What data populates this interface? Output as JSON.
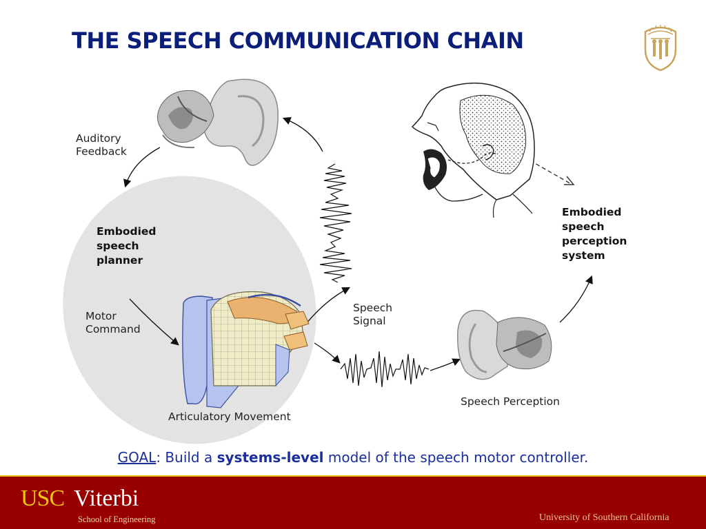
{
  "slide": {
    "title": "THE SPEECH COMMUNICATION CHAIN"
  },
  "diagram": {
    "labels": {
      "auditory_feedback_line1": "Auditory",
      "auditory_feedback_line2": "Feedback",
      "planner_line1": "Embodied",
      "planner_line2": "speech",
      "planner_line3": "planner",
      "motor_line1": "Motor",
      "motor_line2": "Command",
      "articulatory": "Articulatory Movement",
      "signal_line1": "Speech",
      "signal_line2": "Signal",
      "perception": "Speech Perception",
      "perc_system_line1": "Embodied",
      "perc_system_line2": "speech",
      "perc_system_line3": "perception",
      "perc_system_line4": "system"
    }
  },
  "goal": {
    "prefix": "GOAL",
    "part1": ": Build a ",
    "bold": "systems-level",
    "part2": " model of the speech motor controller."
  },
  "footer": {
    "usc": "USC",
    "viterbi": "Viterbi",
    "school": "School of Engineering",
    "university": "University of Southern California"
  },
  "colors": {
    "title": "#0b1f7a",
    "goal_text": "#1a2f9c",
    "footer_bg": "#980000",
    "footer_gold": "#f1c40f",
    "planner_ellipse": "#e4e3e3"
  }
}
